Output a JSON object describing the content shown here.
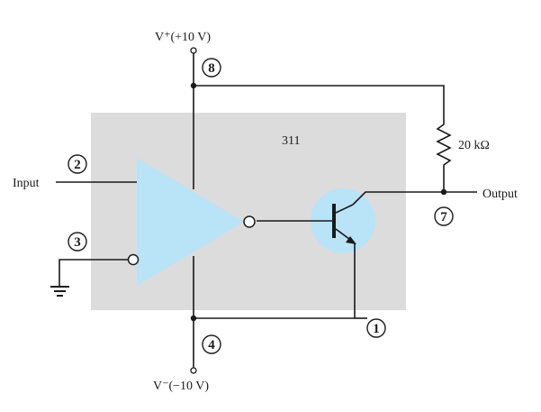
{
  "chip": {
    "label": "311"
  },
  "supply": {
    "positive": "V⁺(+10 V)",
    "negative": "V⁻(−10 V)"
  },
  "resistor": {
    "label": "20 kΩ"
  },
  "signals": {
    "input": "Input",
    "output": "Output"
  },
  "pins": {
    "p2": "2",
    "p3": "3",
    "p8": "8",
    "p4": "4",
    "p7": "7",
    "p1": "1"
  },
  "colors": {
    "chip_body": "#dcdcdc",
    "comparator_fill": "#b9e3f7",
    "transistor_fill": "#b9e3f7",
    "wire": "#1a1a1a"
  }
}
